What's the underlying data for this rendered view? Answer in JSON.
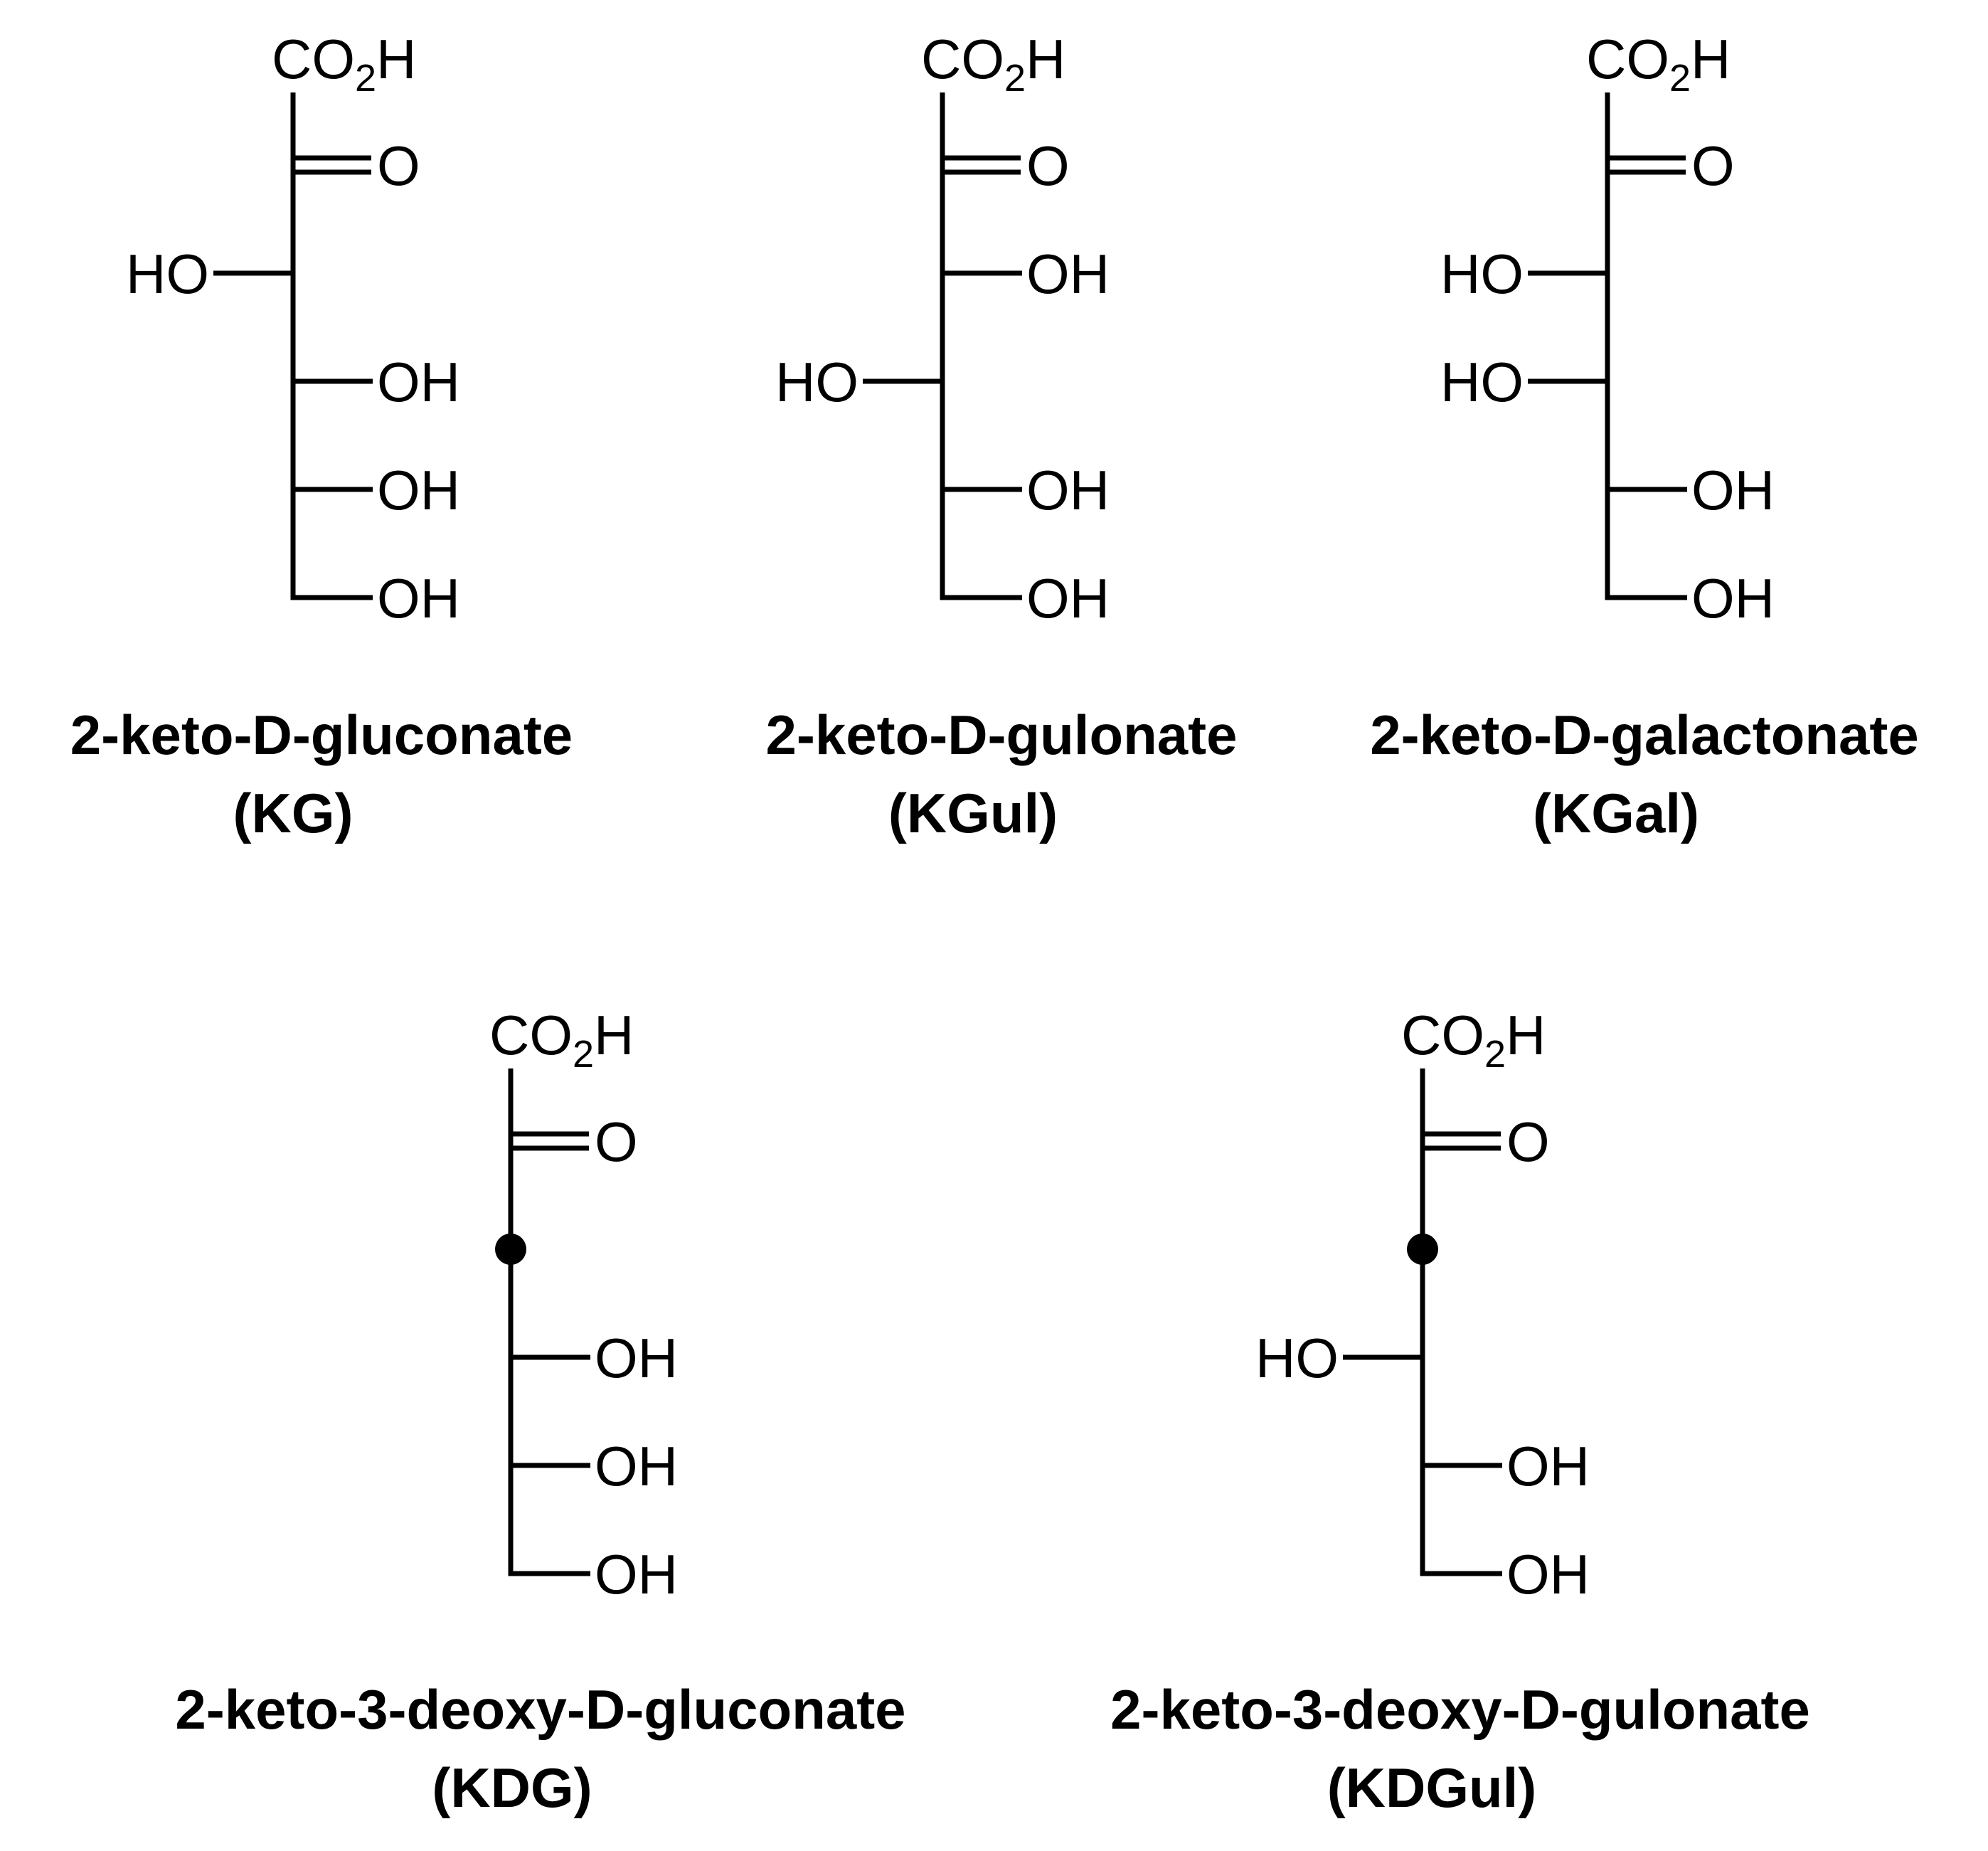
{
  "labels": {
    "carboxyl_main": "CO",
    "carboxyl_sub": "2",
    "carboxyl_tail": "H",
    "keto": "O",
    "hydroxyl_right": "OH",
    "hydroxyl_left": "HO"
  },
  "molecules": [
    {
      "name": "2-keto-D-gluconate",
      "abbrev": "(KG)",
      "c3": "left",
      "c4": "right",
      "c5": "right"
    },
    {
      "name": "2-keto-D-gulonate",
      "abbrev": "(KGul)",
      "c3": "right",
      "c4": "left",
      "c5": "right"
    },
    {
      "name": "2-keto-D-galactonate",
      "abbrev": "(KGal)",
      "c3": "left",
      "c4": "left",
      "c5": "right"
    },
    {
      "name": "2-keto-3-deoxy-D-gluconate",
      "abbrev": "(KDG)",
      "c3": "deoxy",
      "c4": "right",
      "c5": "right"
    },
    {
      "name": "2-keto-3-deoxy-D-gulonate",
      "abbrev": "(KDGul)",
      "c3": "deoxy",
      "c4": "left",
      "c5": "right"
    }
  ]
}
